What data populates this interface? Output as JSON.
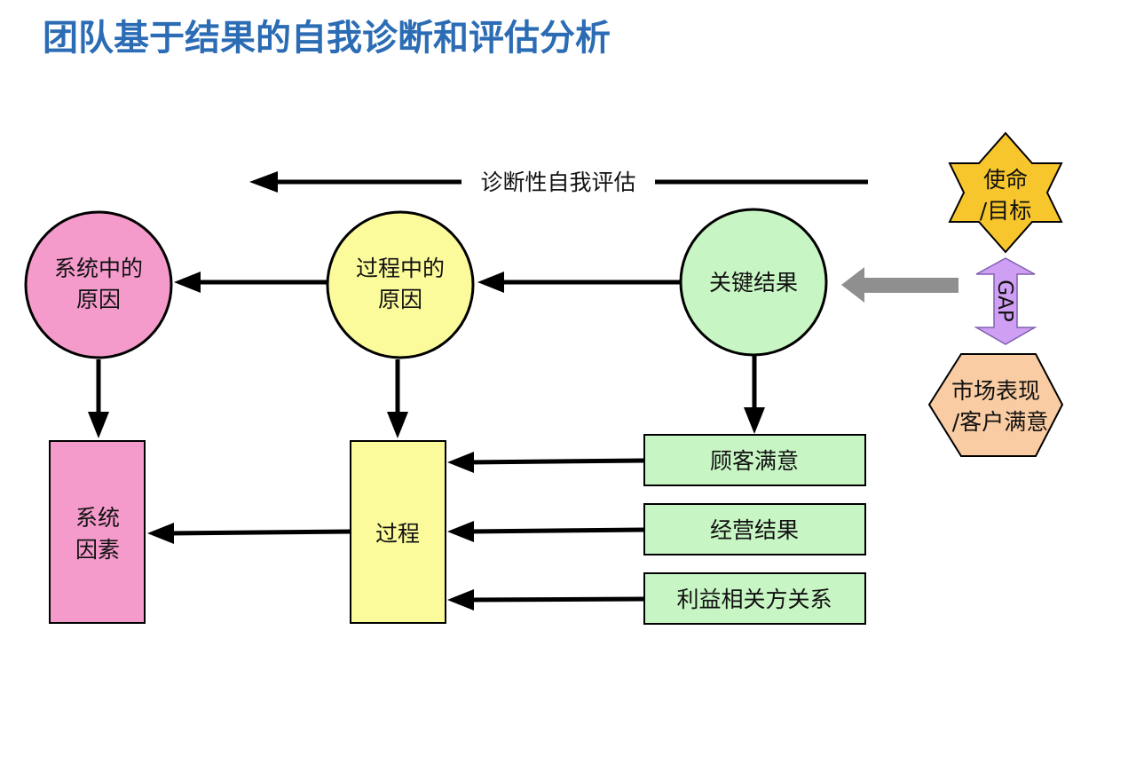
{
  "title": "团队基于结果的自我诊断和评估分析",
  "flow_label": "诊断性自我评估",
  "nodes": {
    "system_causes": [
      "系统中的",
      "原因"
    ],
    "process_causes": [
      "过程中的",
      "原因"
    ],
    "key_results": "关键结果",
    "system_factors": [
      "系统",
      "因素"
    ],
    "process": "过程",
    "customer_satisfaction": "顾客满意",
    "business_results": "经营结果",
    "stakeholder_relations": "利益相关方关系",
    "mission_goal": [
      "使命",
      "/目标"
    ],
    "gap": "GAP",
    "market_performance": [
      "市场表现",
      "/客户满意"
    ]
  },
  "colors": {
    "title": "#2b6cb4",
    "pink": "#f59bcc",
    "yellow": "#fbfb9b",
    "green": "#c8f5c4",
    "gold": "#f7c52c",
    "purple": "#cf9ff4",
    "orange": "#f9cca3",
    "grey_arrow": "#8f8f8f"
  }
}
